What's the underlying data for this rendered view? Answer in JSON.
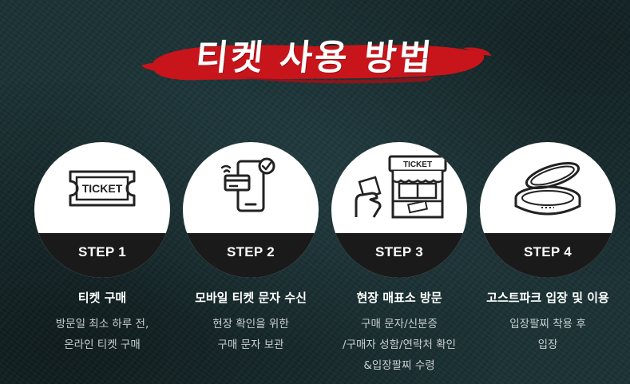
{
  "page_title": "티켓 사용 방법",
  "colors": {
    "background": "#1c3336",
    "brush_stroke": "#c8151b",
    "circle": "#ffffff",
    "step_band": "#1a1a1a",
    "description_text": "#c9d0d1"
  },
  "steps": [
    {
      "step_label": "STEP 1",
      "icon": "ticket-icon",
      "icon_text": "TICKET",
      "title": "티켓 구매",
      "description": [
        "방문일 최소 하루 전,",
        "온라인 티켓 구매"
      ]
    },
    {
      "step_label": "STEP 2",
      "icon": "mobile-ticket-icon",
      "title": "모바일 티켓 문자 수신",
      "description": [
        "현장 확인을 위한",
        "구매 문자 보관"
      ]
    },
    {
      "step_label": "STEP 3",
      "icon": "ticket-booth-icon",
      "icon_text": "TICKET",
      "title": "현장 매표소 방문",
      "description": [
        "구매 문자/신분증",
        "/구매자 성함/연락처 확인",
        "&입장팔찌 수령"
      ]
    },
    {
      "step_label": "STEP 4",
      "icon": "wristband-icon",
      "title": "고스트파크 입장 및 이용",
      "description": [
        "입장팔찌 착용 후",
        "입장"
      ]
    }
  ]
}
